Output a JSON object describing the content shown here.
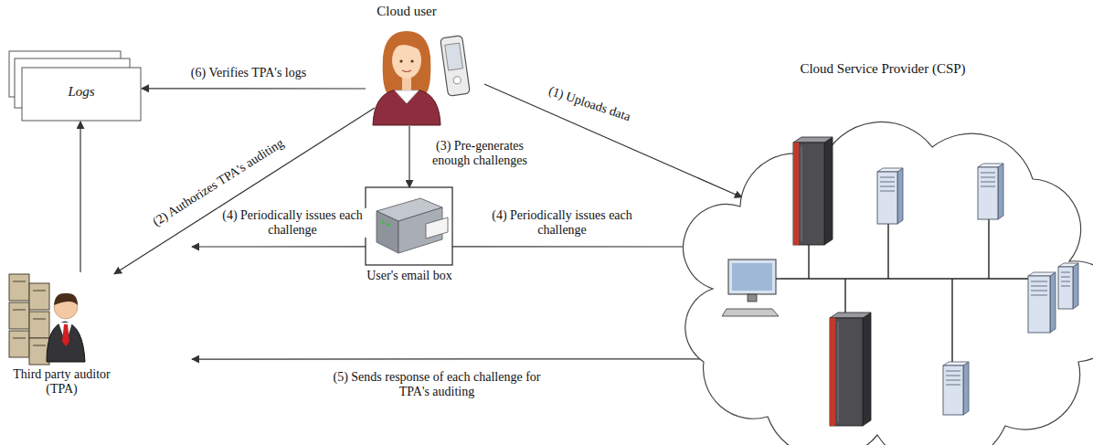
{
  "diagram": {
    "nodes": [
      {
        "text": [
          "Logs"
        ]
      },
      {
        "text": [
          "Cloud user"
        ]
      },
      {
        "text": [
          "User's email box"
        ]
      },
      {
        "text": [
          "Third party auditor (TPA)"
        ]
      },
      {
        "text": [
          "Cloud Service Provider (CSP)"
        ]
      }
    ],
    "edges": [
      {
        "from": 1,
        "to": 4,
        "arrow": "to",
        "label": "(1) Uploads data"
      },
      {
        "from": 1,
        "to": 3,
        "arrow": "to",
        "label": "(2) Authorizes TPA's auditing"
      },
      {
        "from": 1,
        "to": 2,
        "arrow": "to",
        "label": "(3) Pre-generates enough challenges"
      },
      {
        "from": 2,
        "to": 3,
        "arrow": "to",
        "label": "(4) Periodically issues each challenge"
      },
      {
        "from": 2,
        "to": 4,
        "arrow": "to",
        "label": "(4) Periodically issues each challenge"
      },
      {
        "from": 4,
        "to": 3,
        "arrow": "to",
        "label": "(5) Sends response of each challenge for TPA's auditing"
      },
      {
        "from": 1,
        "to": 0,
        "arrow": "to",
        "label": "(6) Verifies TPA's logs"
      },
      {
        "from": 3,
        "to": 0,
        "arrow": "to"
      }
    ]
  }
}
